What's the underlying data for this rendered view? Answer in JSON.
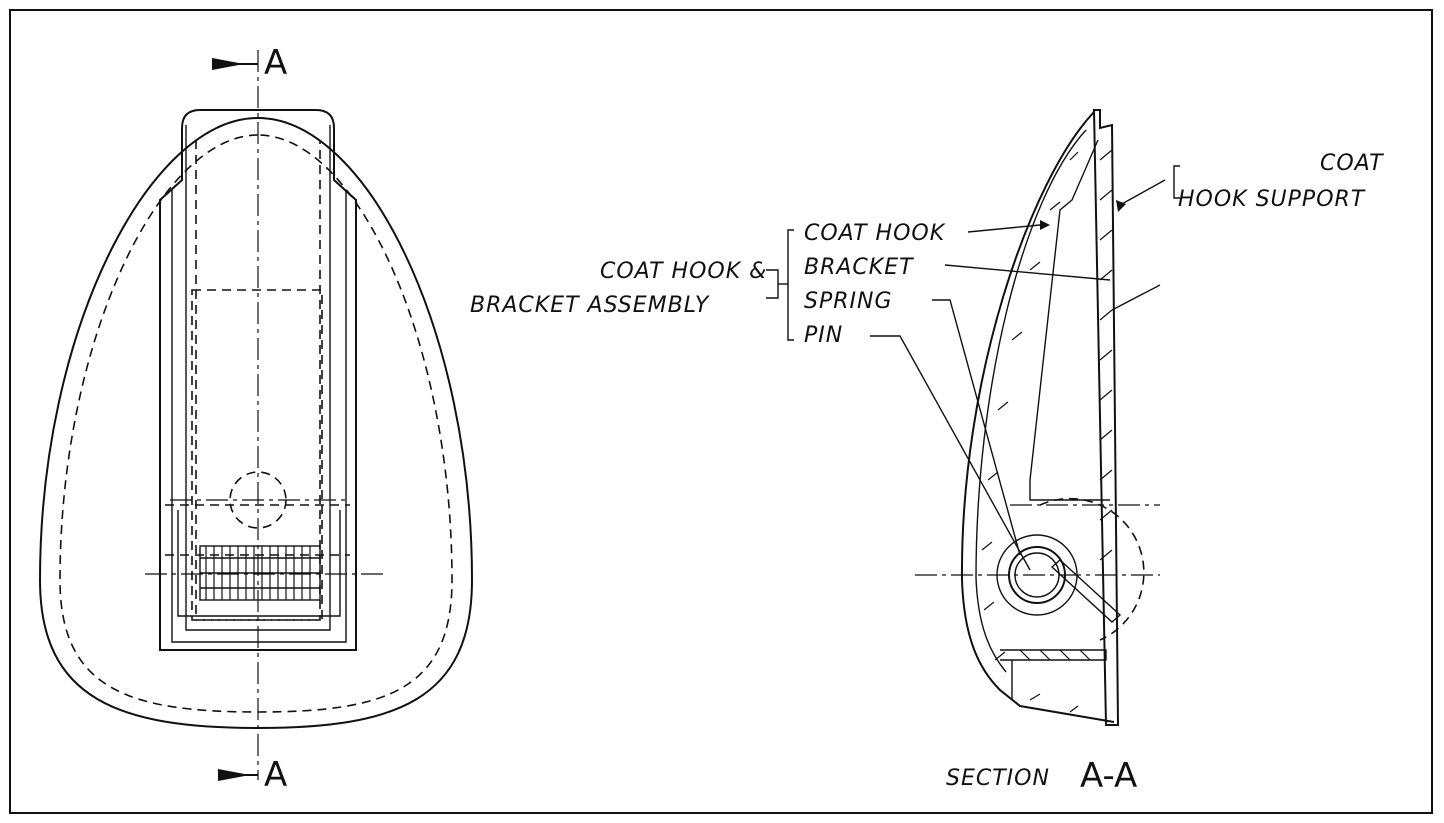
{
  "section_markers": {
    "top": "A",
    "bottom": "A"
  },
  "labels": {
    "coat_hook": "COAT HOOK",
    "bracket": "BRACKET",
    "spring": "SPRING",
    "pin": "PIN",
    "assembly_line1": "COAT HOOK &",
    "assembly_line2": "BRACKET ASSEMBLY",
    "support_line1": "COAT",
    "support_line2": "HOOK SUPPORT",
    "section_word": "SECTION",
    "section_id": "A-A"
  }
}
